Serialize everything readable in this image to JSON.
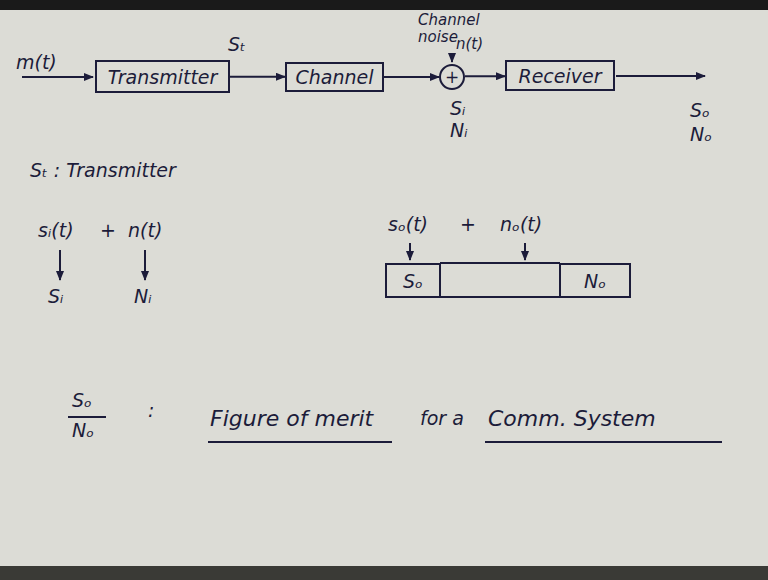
{
  "diagram": {
    "nodes": [
      {
        "text": [
          "Transmitter"
        ]
      },
      {
        "text": [
          "Channel"
        ]
      },
      {
        "text": [
          "+"
        ]
      },
      {
        "text": [
          "Receiver"
        ]
      },
      {
        "text": [
          "Sₒ"
        ]
      },
      {
        "text": [
          "Nₒ"
        ]
      }
    ],
    "edges": [
      {
        "from": 0,
        "to": 1,
        "arrow": "to"
      },
      {
        "from": 1,
        "to": 2,
        "arrow": "to"
      },
      {
        "from": 2,
        "to": 3,
        "arrow": "to"
      }
    ],
    "labels": [
      "m(t)",
      "Sₜ",
      "Channel noise",
      "n(t)",
      "Sᵢ",
      "Nᵢ",
      "Sₒ",
      "Nₒ",
      "Sₜ : Transmitter",
      "sᵢ(t)",
      "+",
      "n(t)",
      "Sᵢ",
      "Nᵢ",
      "sₒ(t)",
      "+",
      "nₒ(t)",
      "Sₒ",
      "Nₒ",
      ":",
      "Figure of merit",
      "for a",
      "Comm. System"
    ]
  }
}
